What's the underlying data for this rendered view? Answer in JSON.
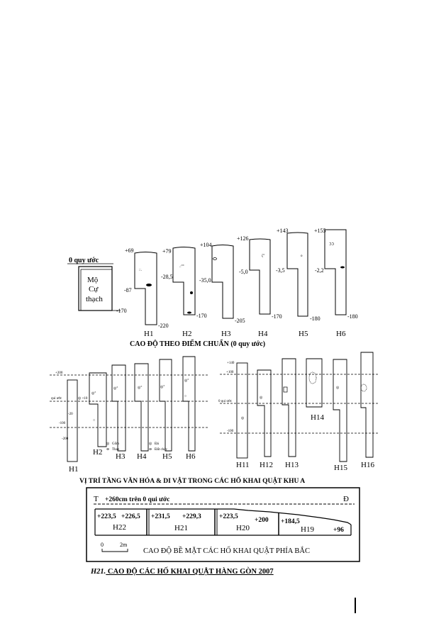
{
  "panel1": {
    "caption": "CAO ĐỘ THEO ĐIỂM CHUẨN (0 quy ước)",
    "datum_label": "0 quy ước",
    "box_label": [
      "Mộ",
      "Cự",
      "thạch"
    ],
    "box_left": "-87",
    "box_bottom": "-170",
    "pits": [
      {
        "name": "H1",
        "top": "+69",
        "mid": "-87",
        "bottom": "-220"
      },
      {
        "name": "H2",
        "top": "+79",
        "mid": "-28,5",
        "bottom": "-170"
      },
      {
        "name": "H3",
        "top": "+104",
        "mid": "-35,0",
        "bottom": "-205"
      },
      {
        "name": "H4",
        "top": "+126",
        "mid": "-5,0",
        "bottom": "-170"
      },
      {
        "name": "H5",
        "top": "+143",
        "mid": "-3,5",
        "bottom": "-180"
      },
      {
        "name": "H6",
        "top": "+155",
        "mid": "-2,2",
        "bottom": "-180"
      }
    ]
  },
  "panel2": {
    "caption": "VỊ TRÍ TẦNG VĂN HÓA & DI VẬT TRONG CÁC HỐ KHAI QUẬT KHU A",
    "datum_label": "qui ước",
    "datum_label_right": "0 qui ước",
    "legend": [
      "Gốm",
      "Than",
      "Đá",
      "Đất cháy"
    ],
    "left_pits": [
      "H1",
      "H2",
      "H3",
      "H4",
      "H5",
      "H6"
    ],
    "right_pits": [
      "H11",
      "H12",
      "H13",
      "H14",
      "H15",
      "H16"
    ],
    "scale_left": [
      "+200",
      "+100",
      "-100",
      "-200"
    ],
    "scale_right": [
      "+140",
      "+100",
      "-100"
    ]
  },
  "panel3": {
    "caption": "CAO ĐỘ BỀ MẶT CÁC HỐ KHAI QUẬT PHÍA BẮC",
    "west": "T",
    "east": "Đ",
    "datum_note": "+260cm trên 0 qui ước",
    "scale_zero": "0",
    "scale_len": "2m",
    "pits": [
      {
        "name": "H22",
        "values": [
          "+223,5",
          "+226,5"
        ]
      },
      {
        "name": "H21",
        "values": [
          "+231,5",
          "+229,3"
        ]
      },
      {
        "name": "H20",
        "values": [
          "+223,5",
          "+200"
        ]
      },
      {
        "name": "H19",
        "values": [
          "+184,5",
          "+96"
        ]
      }
    ]
  },
  "figure_caption": {
    "number": "H21.",
    "text": " CAO ĐỘ CÁC HỐ KHAI QUẬT HÀNG GÒN 2007"
  }
}
